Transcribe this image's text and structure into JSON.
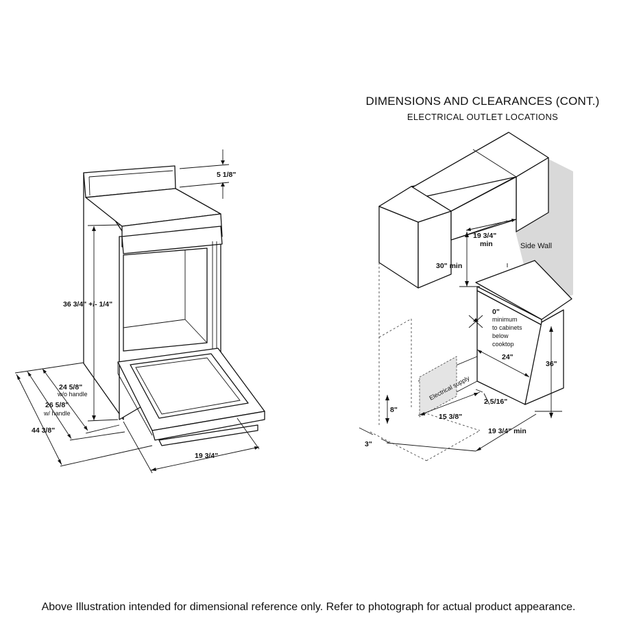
{
  "header": {
    "title": "DIMENSIONS AND CLEARANCES (CONT.)",
    "subtitle": "ELECTRICAL OUTLET LOCATIONS"
  },
  "left_figure": {
    "dims": {
      "backguard_height": "5 1/8\"",
      "cooktop_height": "36 3/4\" +/- 1/4\"",
      "depth_wo_handle": "24 5/8\"",
      "depth_wo_handle_note": "w/o handle",
      "depth_w_handle": "26 5/8\"",
      "depth_w_handle_note": "w/ handle",
      "depth_door_open": "44 3/8\"",
      "width": "19 3/4\""
    }
  },
  "right_figure": {
    "side_wall": "Side Wall",
    "electrical_supply": "Electrical supply",
    "dims": {
      "upper_opening_width": "19 3/4\"",
      "upper_opening_note": "min",
      "hood_clearance": "30\" min",
      "cabinet_clearance_value": "0\"",
      "cabinet_clearance_note_1": "minimum",
      "cabinet_clearance_note_2": "to cabinets",
      "cabinet_clearance_note_3": "below",
      "cabinet_clearance_note_4": "cooktop",
      "cabinet_depth": "24\"",
      "counter_height": "36\"",
      "outlet_height": "8\"",
      "outlet_offset_side": "3\"",
      "outlet_width": "15 3/8\"",
      "outlet_offset_back": "2 5/16\"",
      "opening_width": "19 3/4\" min"
    }
  },
  "footer": {
    "note": "Above Illustration intended for dimensional reference only. Refer to photograph for actual product appearance."
  }
}
